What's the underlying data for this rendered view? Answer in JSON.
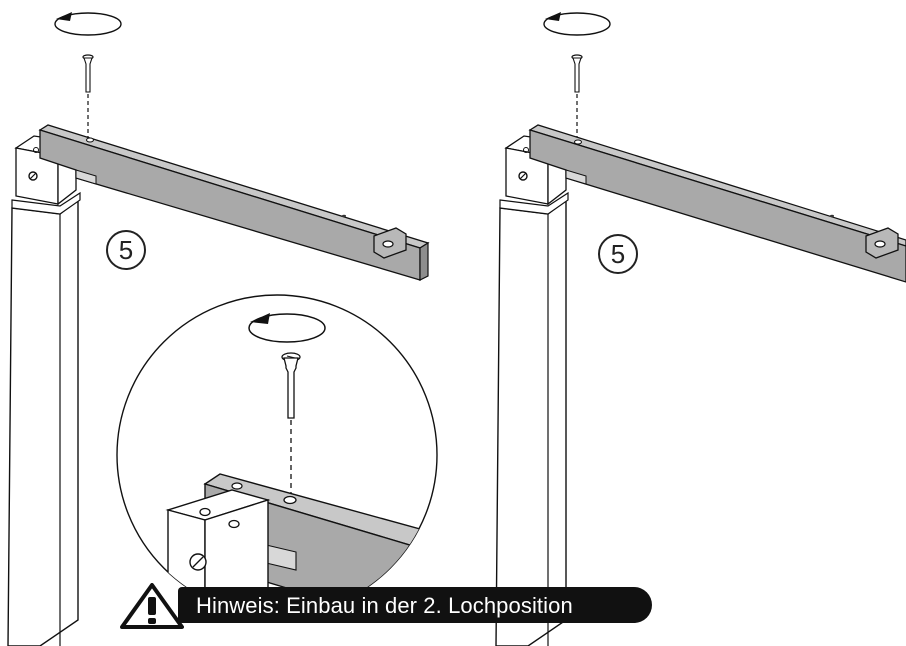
{
  "steps": {
    "left_label": "5",
    "right_label": "5"
  },
  "note": {
    "text": "Hinweis: Einbau in der 2. Lochposition"
  },
  "icons": {
    "rotate": "rotate-arrow-icon",
    "warning": "warning-triangle-icon",
    "screw": "screw-icon"
  },
  "colors": {
    "beam": "#a9a9a9",
    "beam_top": "#c8c8c8",
    "outline": "#1a1a1a",
    "banner": "#111111"
  }
}
